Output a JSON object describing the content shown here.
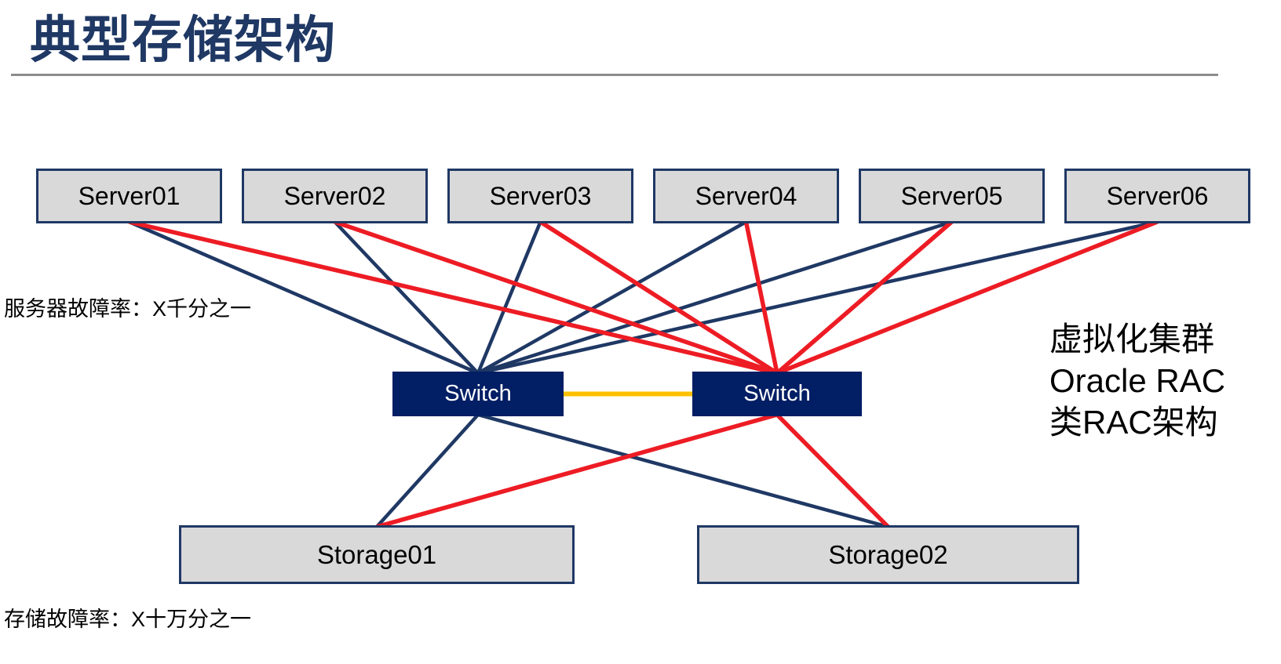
{
  "title": "典型存储架构",
  "labels": {
    "server_failure_rate": "服务器故障率：X千分之一",
    "storage_failure_rate": "存储故障率：X十万分之一"
  },
  "annotation": {
    "line1": "虚拟化集群",
    "line2": "Oracle RAC",
    "line3": "类RAC架构"
  },
  "nodes": {
    "servers": [
      {
        "id": "server01",
        "label": "Server01"
      },
      {
        "id": "server02",
        "label": "Server02"
      },
      {
        "id": "server03",
        "label": "Server03"
      },
      {
        "id": "server04",
        "label": "Server04"
      },
      {
        "id": "server05",
        "label": "Server05"
      },
      {
        "id": "server06",
        "label": "Server06"
      }
    ],
    "switches": [
      {
        "id": "switch-a",
        "label": "Switch"
      },
      {
        "id": "switch-b",
        "label": "Switch"
      }
    ],
    "storages": [
      {
        "id": "storage01",
        "label": "Storage01"
      },
      {
        "id": "storage02",
        "label": "Storage02"
      }
    ]
  },
  "edges": [
    {
      "from": "server01",
      "to": "switch-a",
      "color": "navy"
    },
    {
      "from": "server02",
      "to": "switch-a",
      "color": "navy"
    },
    {
      "from": "server03",
      "to": "switch-a",
      "color": "navy"
    },
    {
      "from": "server04",
      "to": "switch-a",
      "color": "navy"
    },
    {
      "from": "server05",
      "to": "switch-a",
      "color": "navy"
    },
    {
      "from": "server06",
      "to": "switch-a",
      "color": "navy"
    },
    {
      "from": "switch-a",
      "to": "storage01",
      "color": "navy"
    },
    {
      "from": "switch-a",
      "to": "storage02",
      "color": "navy"
    },
    {
      "from": "server01",
      "to": "switch-b",
      "color": "red"
    },
    {
      "from": "server02",
      "to": "switch-b",
      "color": "red"
    },
    {
      "from": "server03",
      "to": "switch-b",
      "color": "red"
    },
    {
      "from": "server04",
      "to": "switch-b",
      "color": "red"
    },
    {
      "from": "server05",
      "to": "switch-b",
      "color": "red"
    },
    {
      "from": "server06",
      "to": "switch-b",
      "color": "red"
    },
    {
      "from": "switch-b",
      "to": "storage01",
      "color": "red"
    },
    {
      "from": "switch-b",
      "to": "storage02",
      "color": "red"
    },
    {
      "from": "switch-a",
      "to": "switch-b",
      "color": "orange",
      "link": "lateral"
    }
  ],
  "colors": {
    "title": "#1F3864",
    "divider": "#8C8C8C",
    "box_fill": "#D9D9D9",
    "box_border": "#1F3864",
    "switch_fill": "#021E64",
    "switch_text": "#FFFFFF",
    "navy": "#1F3864",
    "red": "#ED1C24",
    "orange": "#FFC000",
    "label_text": "#000000"
  }
}
